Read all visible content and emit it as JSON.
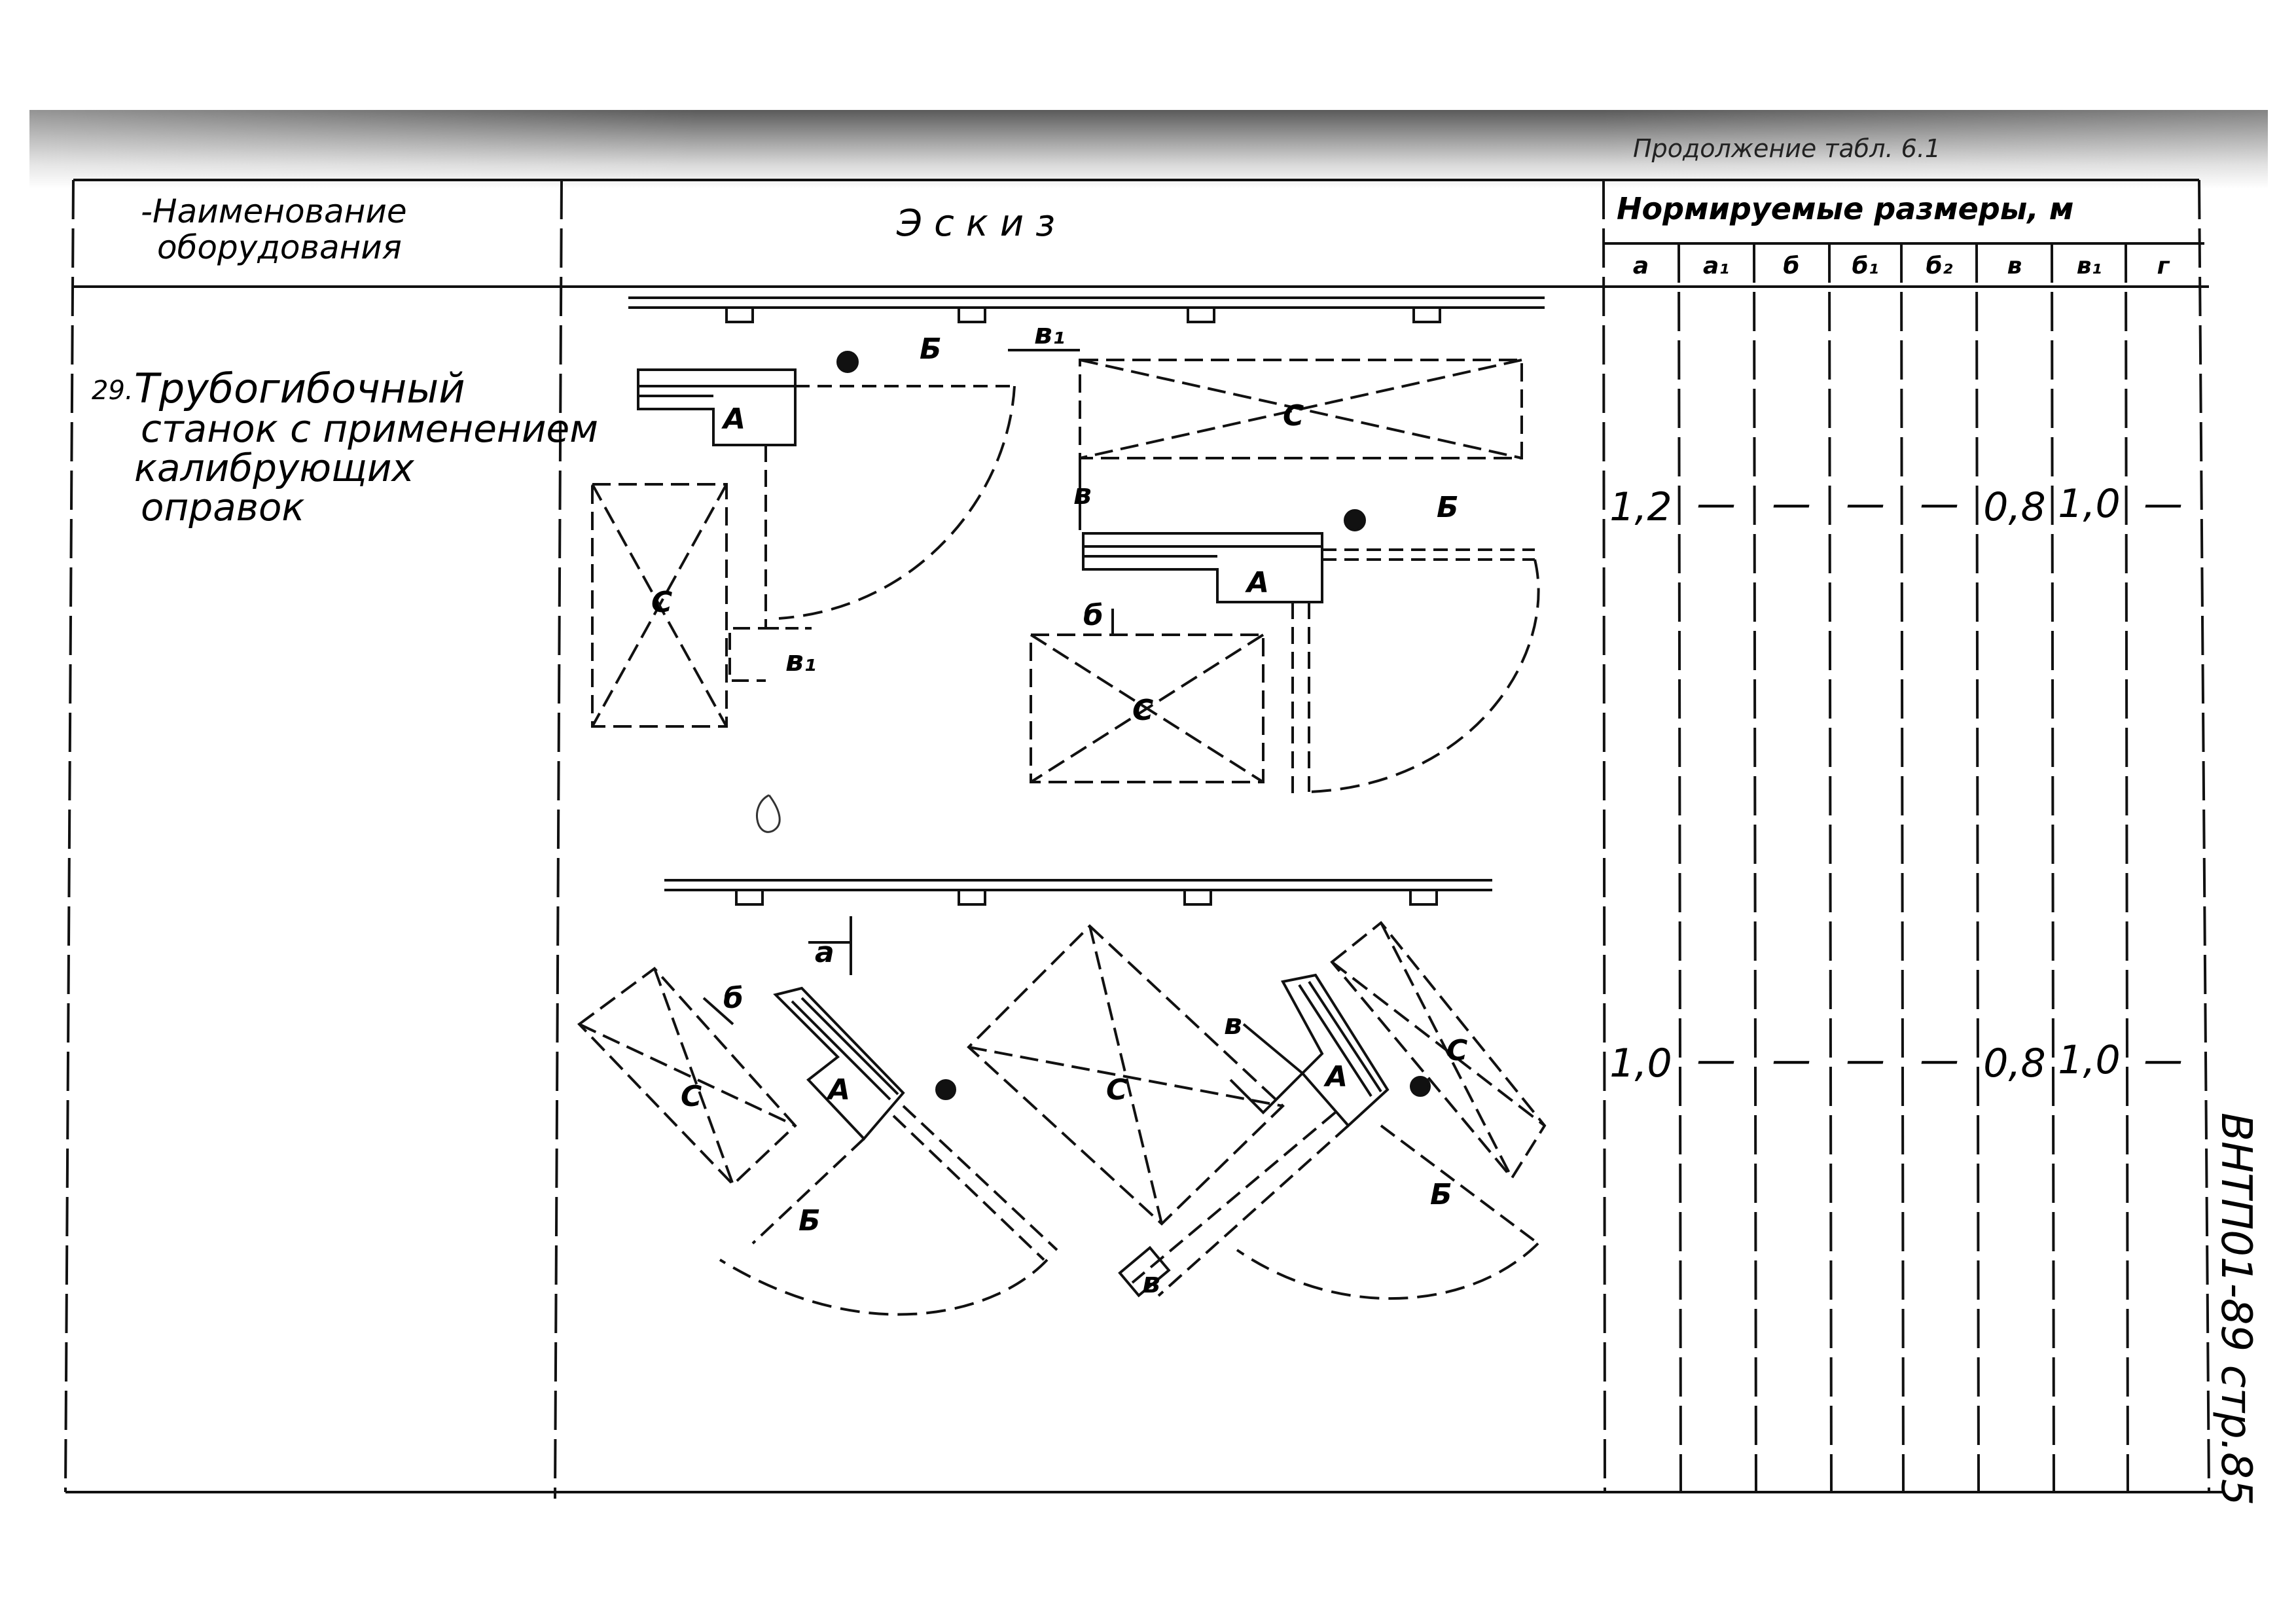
{
  "caption": "Продолжение табл. 6.1",
  "header": {
    "name_col": [
      "-Наименование",
      "оборудования"
    ],
    "sketch_col": "Эскиз",
    "norms_col": "Нормируемые размеры, м",
    "sub_cols": [
      "а",
      "а₁",
      "б",
      "б₁",
      "б₂",
      "в",
      "в₁",
      "г"
    ]
  },
  "row": {
    "number": "29.",
    "name_lines": [
      "Трубогибочный",
      "станок с применением",
      "калибрующих",
      "оправок"
    ]
  },
  "values": [
    [
      "1,2",
      "—",
      "—",
      "—",
      "—",
      "0,8",
      "1,0",
      "—"
    ],
    [
      "1,0",
      "—",
      "—",
      "—",
      "—",
      "0,8",
      "1,0",
      "—"
    ]
  ],
  "sketch_labels": {
    "machine": "А",
    "zone": "Б",
    "storage": "С",
    "dim_a": "а",
    "dim_b": "б",
    "dim_v": "в",
    "dim_v1": "в₁"
  },
  "side_note": "ВНТП01-89 стр.85"
}
